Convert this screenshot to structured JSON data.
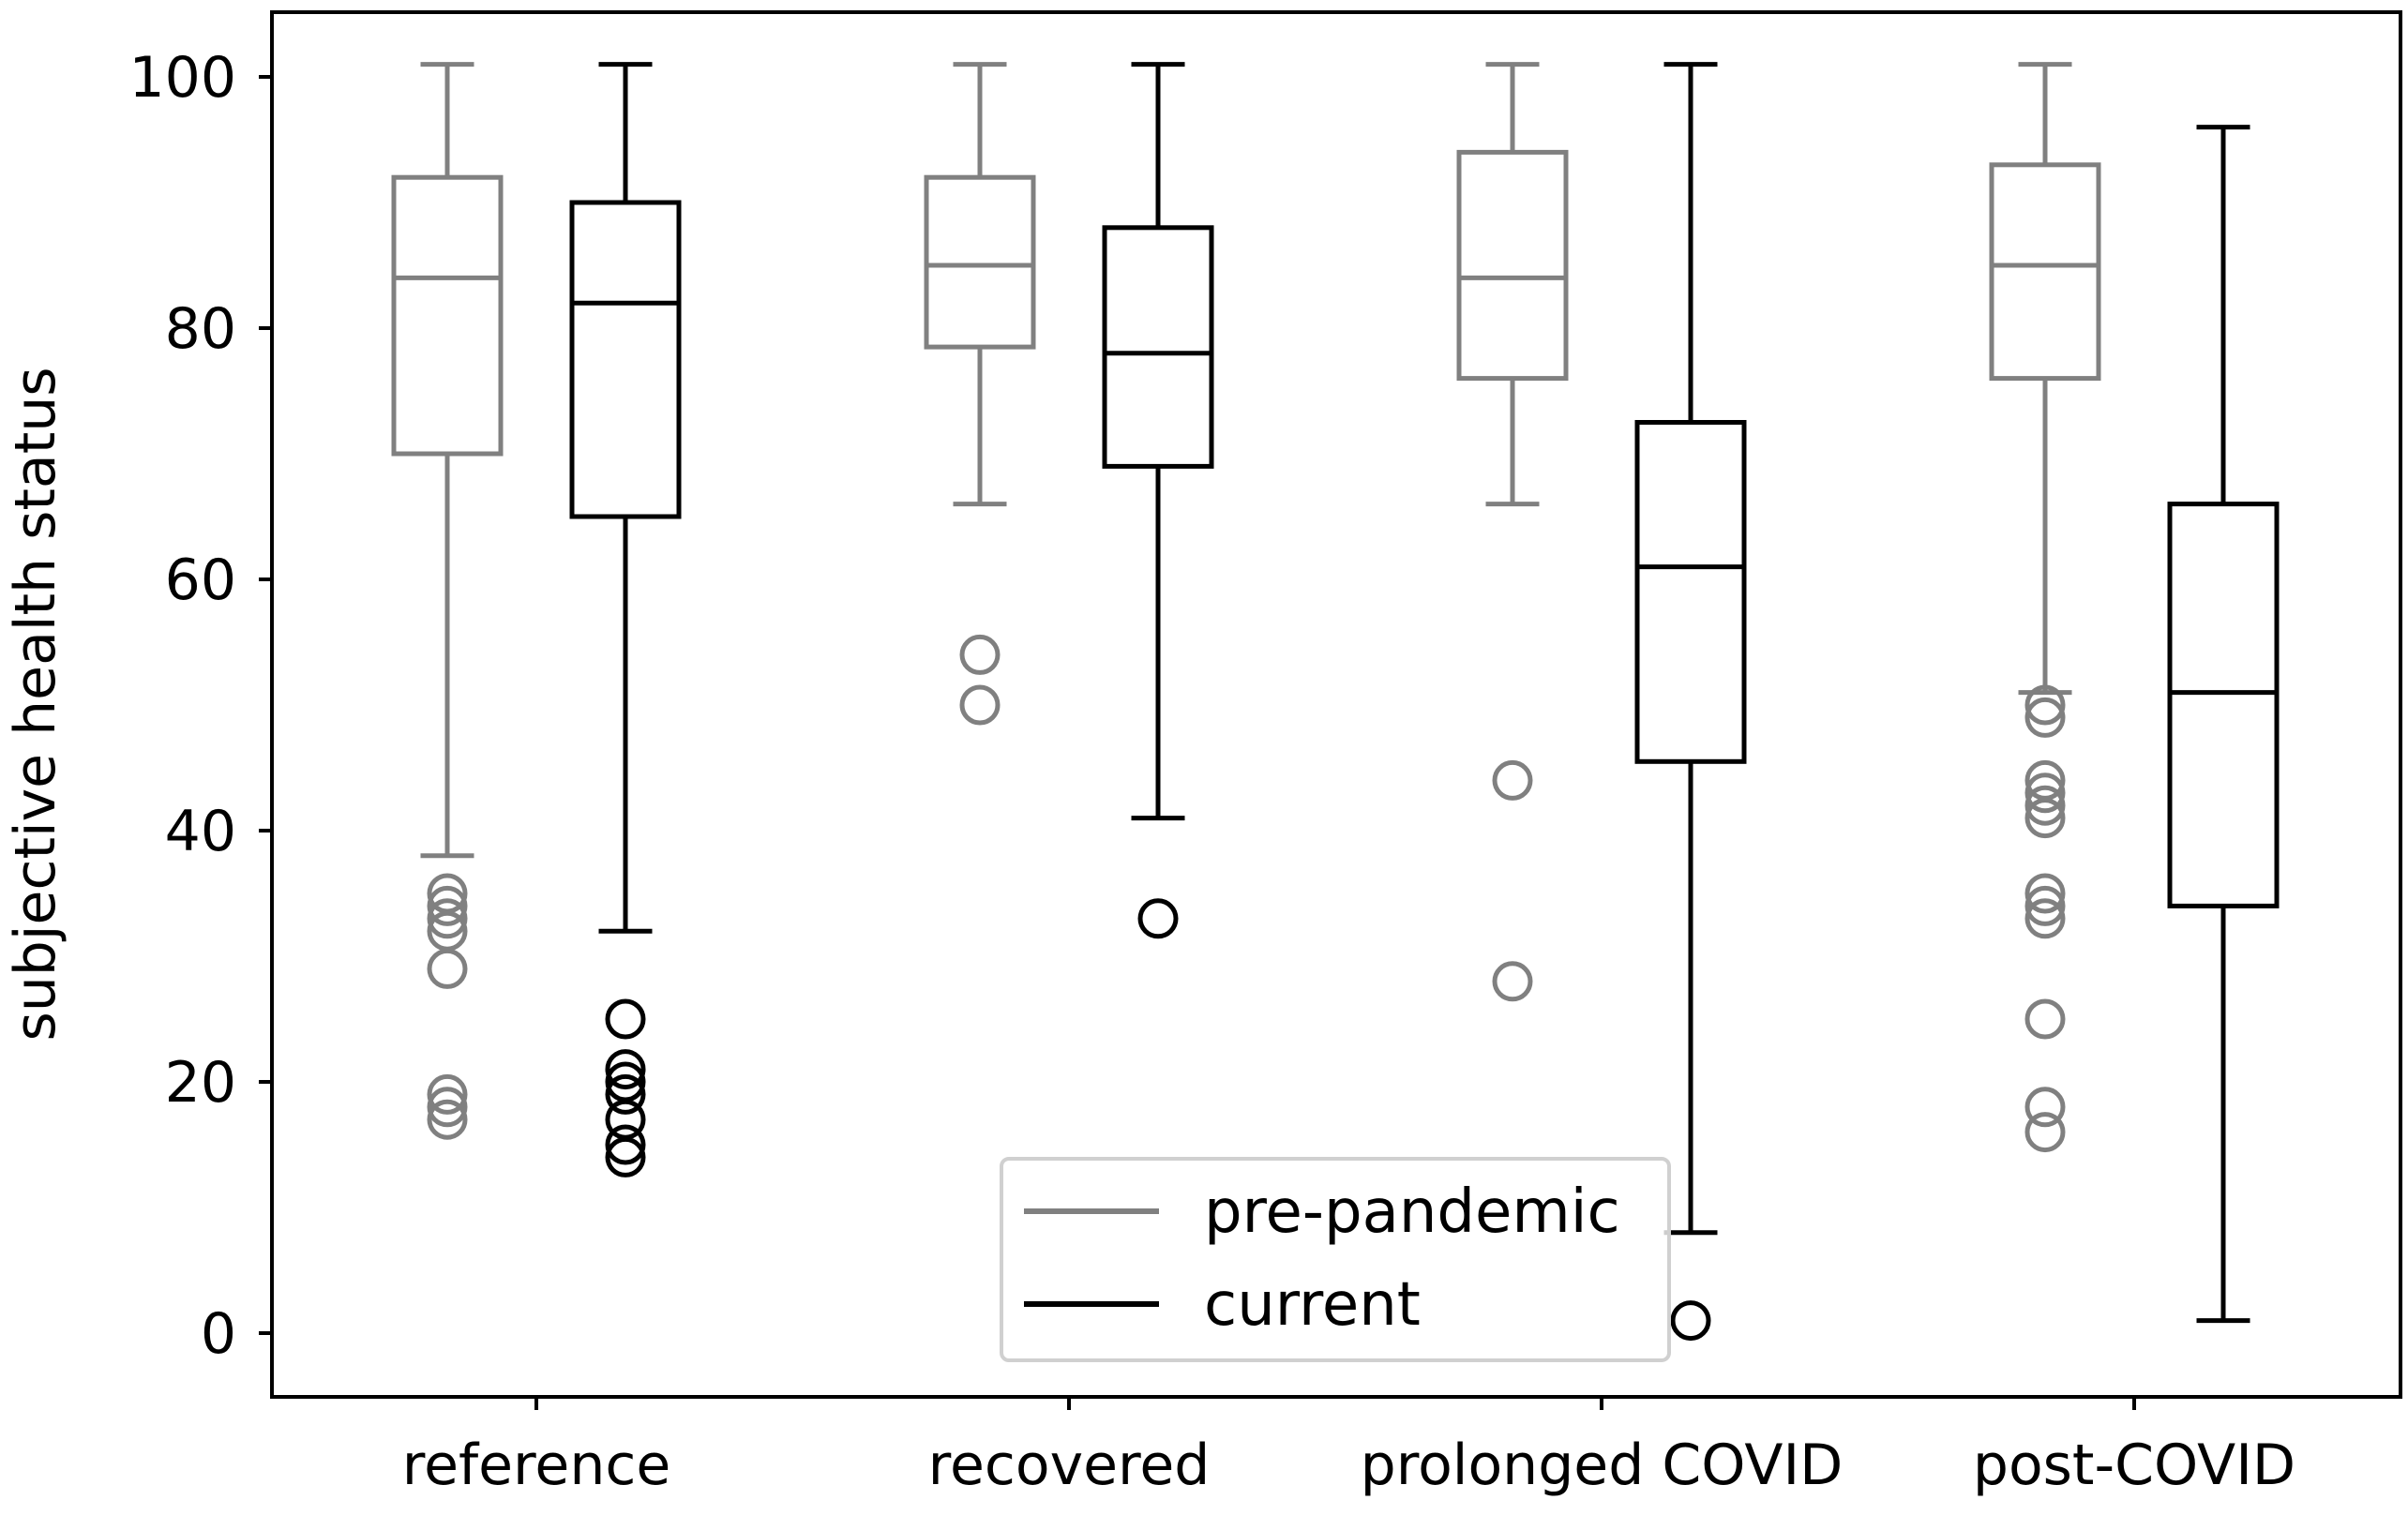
{
  "chart_data": {
    "type": "box",
    "title": "",
    "xlabel": "",
    "ylabel": "subjective health status",
    "ylim": [
      -5,
      105
    ],
    "yticks": [
      0,
      20,
      40,
      60,
      80,
      100
    ],
    "categories": [
      "reference",
      "recovered",
      "prolonged COVID",
      "post-COVID"
    ],
    "grid": false,
    "legend_position": "bottom-center",
    "series": [
      {
        "name": "pre-pandemic",
        "color": "#808080",
        "boxes": [
          {
            "whisker_low": 38,
            "q1": 70,
            "median": 84,
            "q3": 92,
            "whisker_high": 101,
            "outliers": [
              35,
              34,
              33,
              32,
              29,
              19,
              18,
              17
            ]
          },
          {
            "whisker_low": 66,
            "q1": 78.5,
            "median": 85,
            "q3": 92,
            "whisker_high": 101,
            "outliers": [
              54,
              50
            ]
          },
          {
            "whisker_low": 66,
            "q1": 76,
            "median": 84,
            "q3": 94,
            "whisker_high": 101,
            "outliers": [
              44,
              28
            ]
          },
          {
            "whisker_low": 51,
            "q1": 76,
            "median": 85,
            "q3": 93,
            "whisker_high": 101,
            "outliers": [
              50,
              49,
              44,
              43,
              42,
              41,
              35,
              34,
              33,
              25,
              18,
              16
            ]
          }
        ]
      },
      {
        "name": "current",
        "color": "#000000",
        "boxes": [
          {
            "whisker_low": 32,
            "q1": 65,
            "median": 82,
            "q3": 90,
            "whisker_high": 101,
            "outliers": [
              25,
              21,
              20,
              19,
              17,
              15,
              14
            ]
          },
          {
            "whisker_low": 41,
            "q1": 69,
            "median": 78,
            "q3": 88,
            "whisker_high": 101,
            "outliers": [
              33
            ]
          },
          {
            "whisker_low": 8,
            "q1": 45.5,
            "median": 61,
            "q3": 72.5,
            "whisker_high": 101,
            "outliers": [
              1
            ]
          },
          {
            "whisker_low": 1,
            "q1": 34,
            "median": 51,
            "q3": 66,
            "whisker_high": 96,
            "outliers": []
          }
        ]
      }
    ]
  }
}
